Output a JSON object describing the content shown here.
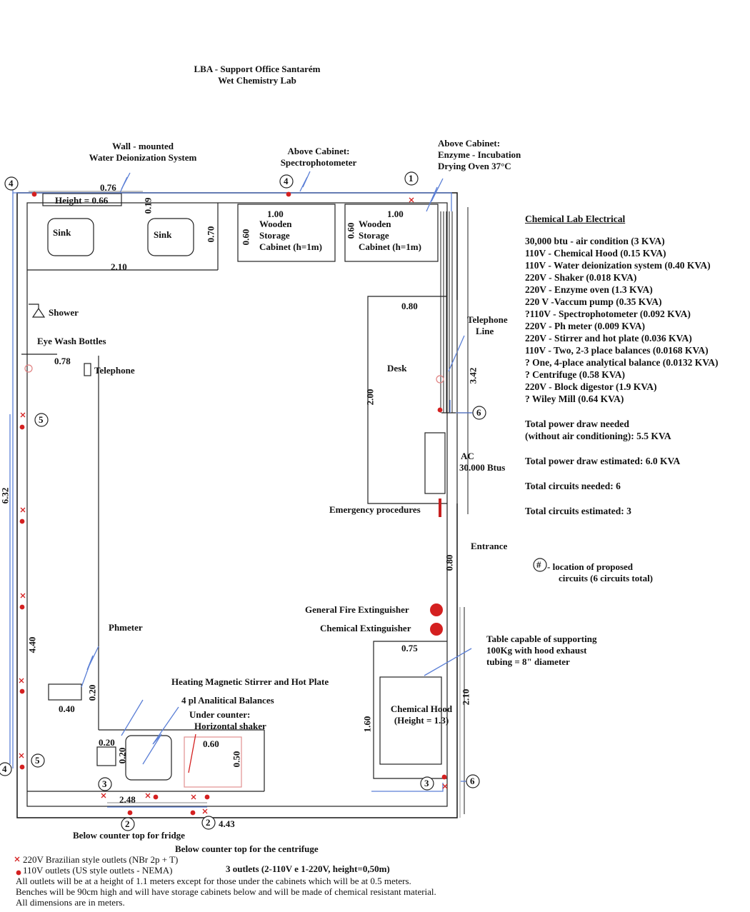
{
  "header": {
    "line1": "LBA - Support Office  Santarém",
    "line2": "Wet Chemistry Lab"
  },
  "labels": {
    "wall_water_1": "Wall - mounted",
    "wall_water_2": "Water Deionization System",
    "above_spec_1": "Above Cabinet:",
    "above_spec_2": "Spectrophotometer",
    "above_oven_1": "Above Cabinet:",
    "above_oven_2": "Enzyme - Incubation",
    "above_oven_3": "Drying Oven 37°C",
    "height_box": "Height = 0.66",
    "sink1": "Sink",
    "sink2": "Sink",
    "cab_l1": "Wooden",
    "cab_l2": "Storage",
    "cab_l3": "Cabinet (h=1m)",
    "shower": "Shower",
    "eye_wash": "Eye Wash Bottles",
    "telephone": "Telephone",
    "desk": "Desk",
    "telephone_line_1": "Telephone",
    "telephone_line_2": "Line",
    "ac_1": "AC",
    "ac_2": "30.000 Btus",
    "emergency": "Emergency procedures",
    "entrance": "Entrance",
    "fire_ext": "General Fire Extinguisher",
    "chem_ext": "Chemical Extinguisher",
    "table_note_1": "Table capable of supporting",
    "table_note_2": "100Kg with hood exhaust",
    "table_note_3": "tubing = 8\" diameter",
    "hood_1": "Chemical Hood",
    "hood_2": "(Height = 1.3)",
    "phmeter": "Phmeter",
    "stirrer": "Heating Magnetic Stirrer and Hot Plate",
    "balances": "4  pl Analitical Balances",
    "under_counter_1": "Under counter:",
    "under_counter_2": "Horizontal shaker",
    "fridge": "Below counter top for fridge",
    "centrifuge": "Below counter top for the centrifuge",
    "three_outlets": "3 outlets (2-110V e 1-220V, height=0,50m)",
    "legend_hash": "#",
    "legend_text_1": "- location of proposed",
    "legend_text_2": "circuits (6 circuits total)"
  },
  "dimensions": {
    "d076": "0.76",
    "d019": "0.19",
    "d070": "0.70",
    "d210a": "2.10",
    "d100a": "1.00",
    "d060a": "0.60",
    "d100b": "1.00",
    "d060b": "0.60",
    "d078": "0.78",
    "d080a": "0.80",
    "d200": "2.00",
    "d342": "3.42",
    "d632": "6.32",
    "d080b": "0.80",
    "d075": "0.75",
    "d210b": "2.10",
    "d160": "1.60",
    "d440": "4.40",
    "d020a": "0.20",
    "d040": "0.40",
    "d020b": "0.20",
    "d020c": "0.20",
    "d060c": "0.60",
    "d050": "0.50",
    "d248": "2.48",
    "d443": "4.43"
  },
  "circuits": {
    "c1": "1",
    "c2a": "2",
    "c2b": "2",
    "c3a": "3",
    "c3b": "3",
    "c4a": "4",
    "c4b": "4",
    "c4c": "4",
    "c5a": "5",
    "c5b": "5",
    "c6a": "6",
    "c6b": "6"
  },
  "electrical": {
    "title": "Chemical Lab Electrical",
    "items": [
      "30,000 btu - air condition (3 KVA)",
      "110V - Chemical Hood (0.15 KVA)",
      "110V - Water deionization system (0.40 KVA)",
      "220V - Shaker (0.018 KVA)",
      "220V - Enzyme oven (1.3 KVA)",
      "220 V -Vaccum pump (0.35 KVA)",
      "?110V - Spectrophotometer (0.092 KVA)",
      "220V - Ph meter (0.009 KVA)",
      "220V - Stirrer and hot  plate (0.036 KVA)",
      "110V - Two, 2-3 place balances (0.0168 KVA)",
      "? One, 4-place analytical  balance (0.0132 KVA)",
      "? Centrifuge (0.58 KVA)",
      "220V -  Block digestor (1.9 KVA)",
      "? Wiley Mill (0.64 KVA)"
    ],
    "total_needed_1": "Total power draw needed",
    "total_needed_2": "(without air conditioning): 5.5 KVA",
    "total_estimated": "Total power draw estimated: 6.0 KVA",
    "circuits_needed": "Total circuits needed: 6",
    "circuits_estimated": "Total circuits estimated: 3"
  },
  "notes": {
    "legend_220": "220V Brazilian style outlets (NBr 2p + T)",
    "legend_110": "110V outlets (US style outlets - NEMA)",
    "line1": "All outlets will be at a height of 1.1 meters except for those under the cabinets which will be at  0.5 meters.",
    "line2": "Benches will be 90cm high and will have storage cabinets below and will be made of chemical resistant material.",
    "line3": "All dimensions  are in meters."
  },
  "colors": {
    "wall": "#222222",
    "wiring": "#5b7fd6",
    "outlet_110": "#d42020",
    "outlet_220": "#d42020",
    "extinguisher": "#d42020"
  }
}
